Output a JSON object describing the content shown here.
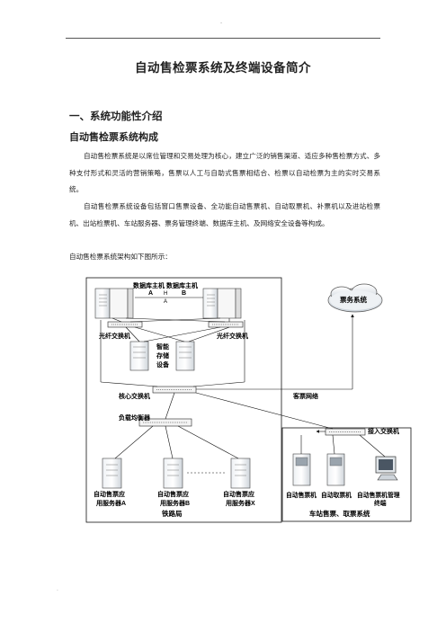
{
  "page": {
    "header_mark": "-",
    "footer_mark": ".",
    "title": "自动售检票系统及终端设备简介",
    "section_heading": "一、系统功能性介绍",
    "subsection_heading": "自动售检票系统构成",
    "paragraphs": [
      "自动售检票系统是以席位管理和交易处理为核心，建立广泛的销售渠道、适应多种售检票方式、多种支付形式和灵活的营销策略，售票以人工与自助式售票相结合、检票以自动检票为主的实时交易系统。",
      "自动售检票系统设备包括窗口售票设备、全功能自动售票机、自动取票机、补票机以及进站检票机、出站检票机、车站服务器、票务管理终端、数据库主机、及网络安全设备等构成。"
    ],
    "diagram_caption": "自动售检票系统架构如下图所示："
  },
  "diagram": {
    "db_host_a_label": "数据库主机",
    "db_host_a_letter": "A",
    "db_host_b_label": "数据库主机",
    "db_host_b_letter": "B",
    "ha_label_top": "H",
    "ha_label_bottom": "A",
    "ticket_system_label": "票务系统",
    "fiber_switch_left": "光纤交换机",
    "fiber_switch_right": "光纤交换机",
    "storage_label": [
      "智能",
      "存储",
      "设备"
    ],
    "core_switch_label": "核心交换机",
    "passenger_network_label": "客票网络",
    "load_balancer_label": "负载均衡器",
    "access_switch_label": "接入交换机",
    "app_server_a": [
      "自动售票应",
      "用服务器A"
    ],
    "app_server_b": [
      "自动售票应",
      "用服务器B"
    ],
    "app_server_x": [
      "自动售票应",
      "用服务器X"
    ],
    "railway_bureau_label": "铁路局",
    "station_machine_1": "自动售票机",
    "station_machine_2": "自动取票机",
    "station_terminal": [
      "自动售票机管理",
      "终端"
    ],
    "station_group_label": "车站售票、取票系统"
  }
}
